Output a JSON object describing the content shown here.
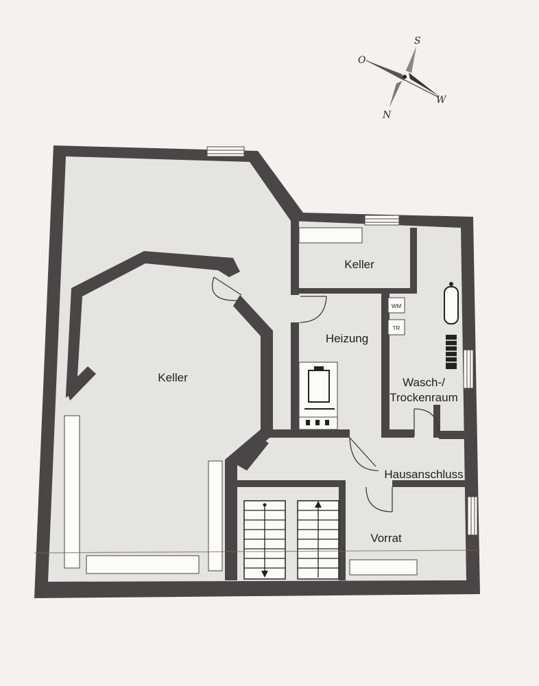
{
  "compass": {
    "labels": {
      "north": "N",
      "south": "S",
      "east": "O",
      "west": "W"
    }
  },
  "rooms": {
    "keller_large": "Keller",
    "keller_small": "Keller",
    "heizung": "Heizung",
    "wasch_line1": "Wasch-/",
    "wasch_line2": "Trockenraum",
    "hausanschluss": "Hausanschluss",
    "vorrat": "Vorrat"
  },
  "appliances": {
    "washing_machine": "WM",
    "dryer": "TR"
  },
  "colors": {
    "wall": "#4a4546",
    "floor": "#e4e4e0",
    "paper": "#f3f2ee",
    "fixture": "#fbfbf8"
  }
}
